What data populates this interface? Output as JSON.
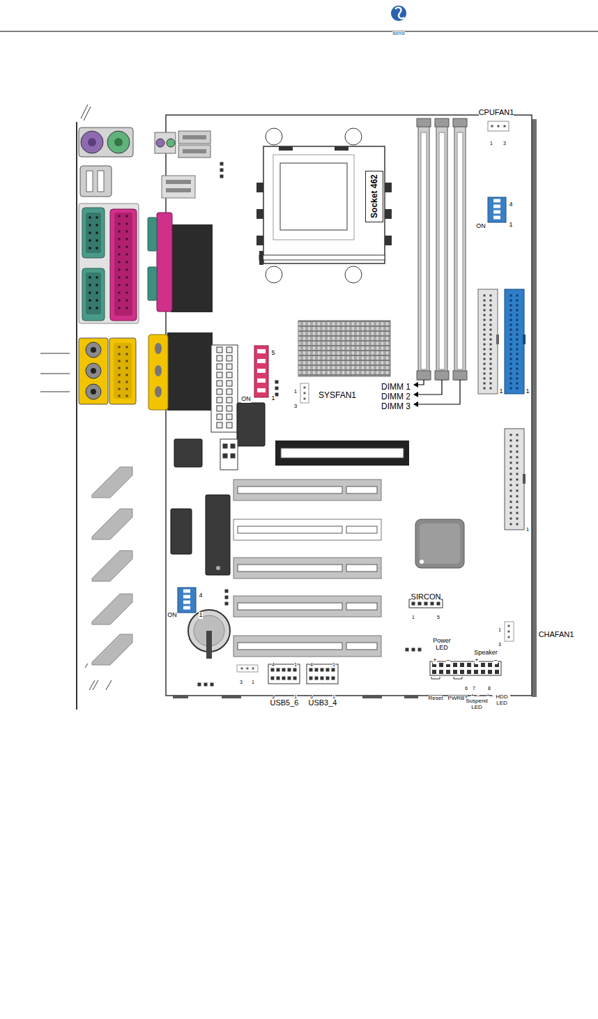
{
  "diagram": {
    "nodes": [
      {
        "text": [
          "Socket 462"
        ]
      }
    ],
    "labels": [
      "SOYO",
      "CPUFAN1",
      "1",
      "3",
      "4",
      "ON",
      "1",
      "1",
      "1",
      "5",
      "ON",
      "1",
      "DIMM 1",
      "DIMM 2",
      "DIMM 3",
      "1",
      "3",
      "SYSFAN1",
      "1",
      "SIRCON",
      "1",
      "5",
      "4",
      "ON",
      "1",
      "1",
      "3",
      "CHAFAN1",
      "Power LED",
      "+",
      "–",
      "Speaker",
      "+",
      "–",
      "3",
      "1",
      "4",
      "1",
      "5",
      "1",
      "USB5_6",
      "4",
      "1",
      "5",
      "1",
      "USB3_4",
      "Reset",
      "PWRBT",
      "6",
      "7",
      "8",
      "+",
      "–",
      "+",
      "–",
      "Suspend LED",
      "HDD LED"
    ]
  }
}
